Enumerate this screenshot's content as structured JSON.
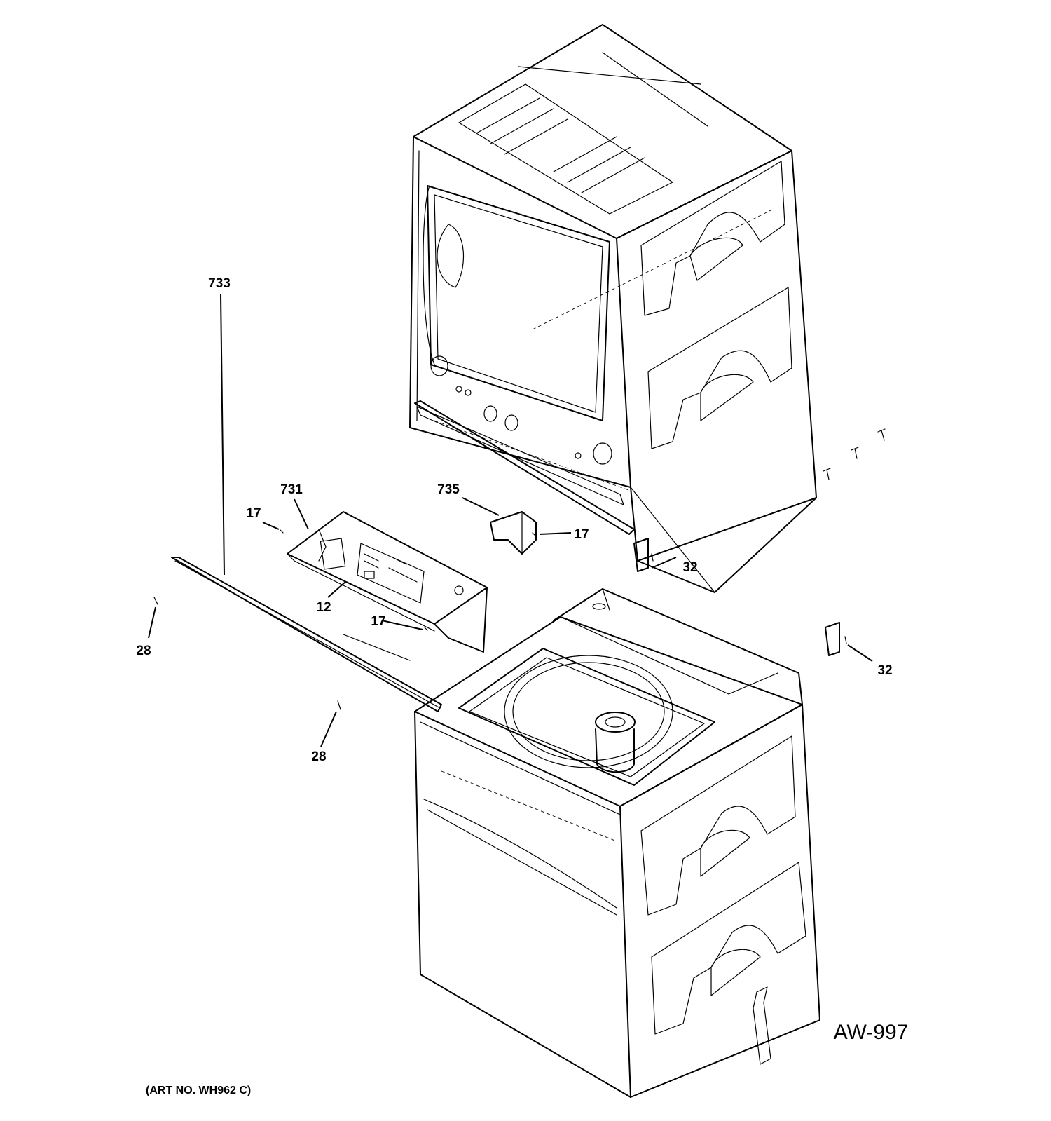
{
  "diagram": {
    "callouts": [
      {
        "id": "c731",
        "label": "731"
      },
      {
        "id": "c735",
        "label": "735"
      },
      {
        "id": "c17a",
        "label": "17"
      },
      {
        "id": "c17b",
        "label": "17"
      },
      {
        "id": "c17c",
        "label": "17"
      },
      {
        "id": "c733",
        "label": "733"
      },
      {
        "id": "c12",
        "label": "12"
      },
      {
        "id": "c28a",
        "label": "28"
      },
      {
        "id": "c28b",
        "label": "28"
      },
      {
        "id": "c32a",
        "label": "32"
      },
      {
        "id": "c32b",
        "label": "32"
      }
    ],
    "drawing_code": "AW-997",
    "art_number": "(ART NO. WH962 C)"
  }
}
